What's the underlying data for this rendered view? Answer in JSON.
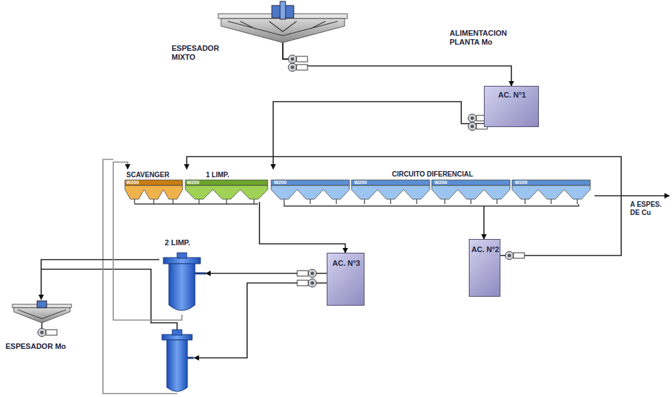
{
  "diagram": {
    "nodes": [
      {
        "text": [
          "ESPESADOR MIXTO"
        ]
      },
      {
        "text": [
          "AC. N°1"
        ]
      },
      {
        "text": [
          "SCAVENGER",
          "W200"
        ]
      },
      {
        "text": [
          "1 LIMP.",
          "W200"
        ]
      },
      {
        "text": [
          "CIRCUITO DIFERENCIAL"
        ]
      },
      {
        "text": [
          "W200"
        ],
        "in": 4
      },
      {
        "text": [
          "W200"
        ],
        "in": 4
      },
      {
        "text": [
          "W200"
        ],
        "in": 4
      },
      {
        "text": [
          "W200"
        ],
        "in": 4
      },
      {
        "text": [
          "2 LIMP."
        ]
      },
      {
        "text": [
          "AC. N°3"
        ]
      },
      {
        "text": [
          "AC. N°2"
        ]
      },
      {
        "text": [
          "ESPESADOR Mo"
        ]
      }
    ],
    "edges": [
      {
        "from": 0,
        "to": 1,
        "arrow": "to"
      },
      {
        "from": 1,
        "to": 4,
        "arrow": "to"
      },
      {
        "from": 11,
        "to": 3,
        "arrow": "to"
      },
      {
        "from": 4,
        "to": 11,
        "arrow": "to"
      },
      {
        "from": 3,
        "to": 10,
        "arrow": "to"
      },
      {
        "from": 10,
        "to": 9,
        "arrow": "to"
      },
      {
        "from": 9,
        "to": 12,
        "arrow": "to"
      },
      {
        "from": 9,
        "to": 2,
        "arrow": "to"
      }
    ],
    "labels": [
      "ALIMENTACION PLANTA Mo",
      "A ESPES. DE Cu"
    ]
  }
}
